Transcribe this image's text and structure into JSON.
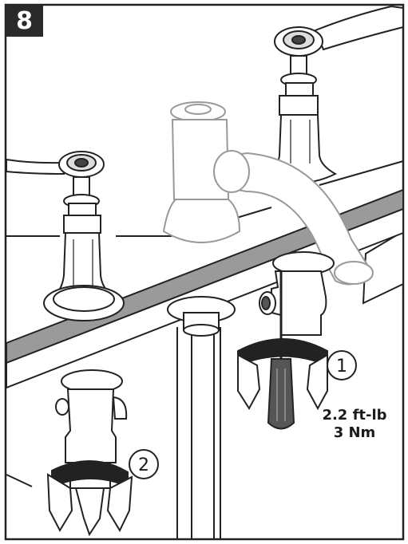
{
  "step": {
    "number": "8"
  },
  "callouts": [
    {
      "id": "1",
      "label": "1"
    },
    {
      "id": "2",
      "label": "2"
    }
  ],
  "torque": {
    "imperial": "2.2 ft-lb",
    "metric": "3 Nm"
  }
}
